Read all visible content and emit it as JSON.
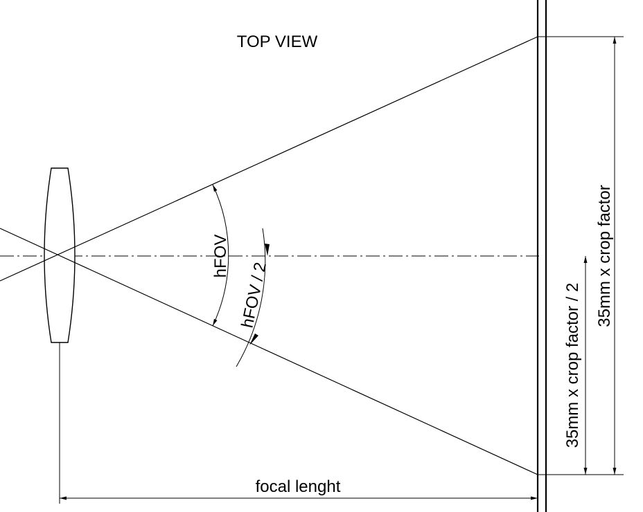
{
  "title": "TOP VIEW",
  "labels": {
    "hfov": "hFOV",
    "half_hfov": "hFOV / 2",
    "focal_length": "focal lenght",
    "sensor_width": "35mm x crop factor",
    "half_sensor_width": "35mm x crop factor / 2"
  },
  "colors": {
    "line": "#000000",
    "background": "#ffffff"
  }
}
